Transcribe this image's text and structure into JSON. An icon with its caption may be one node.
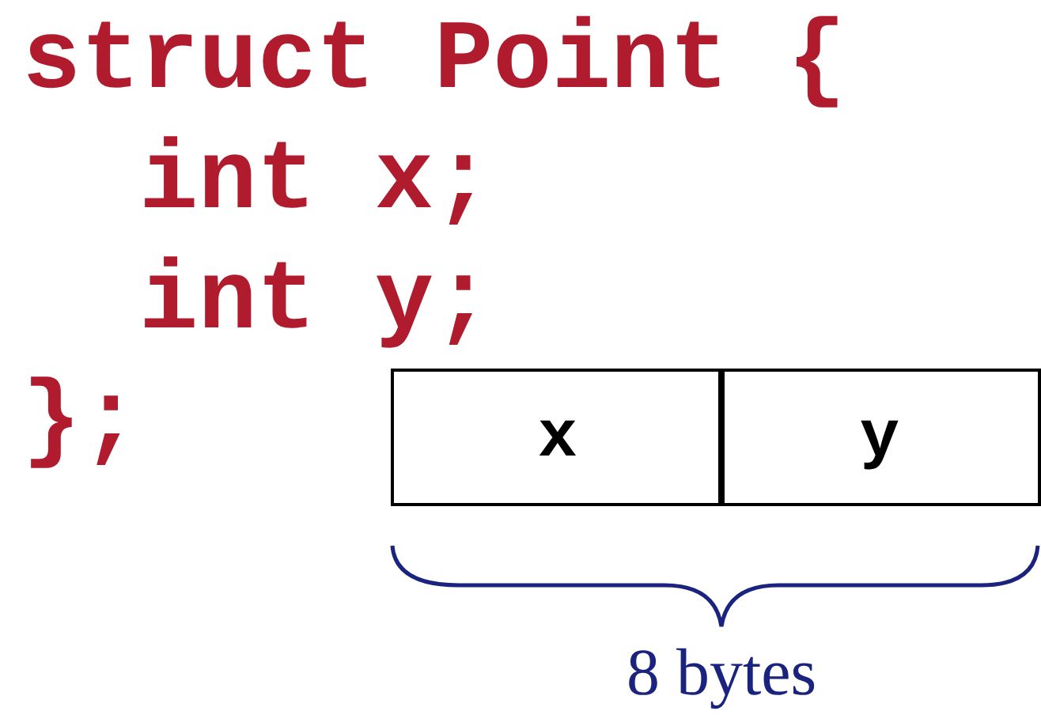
{
  "diagram": {
    "nodes": [
      {
        "text": [
          "x"
        ]
      },
      {
        "text": [
          "y"
        ]
      }
    ],
    "labels": [
      "struct Point {",
      "int x;",
      "int y;",
      "};",
      "8 bytes"
    ]
  }
}
